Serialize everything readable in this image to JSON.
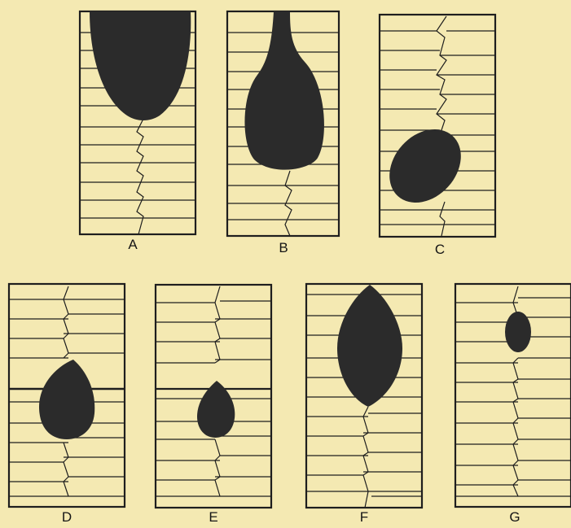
{
  "panels": [
    {
      "id": "A",
      "label": "A"
    },
    {
      "id": "B",
      "label": "B"
    },
    {
      "id": "C",
      "label": "C"
    },
    {
      "id": "D",
      "label": "D"
    },
    {
      "id": "E",
      "label": "E"
    },
    {
      "id": "F",
      "label": "F"
    },
    {
      "id": "G",
      "label": "G"
    }
  ],
  "colors": {
    "background": "#f4e9b2",
    "ink": "#1e1e1e",
    "blot": "#2b2b2b"
  }
}
